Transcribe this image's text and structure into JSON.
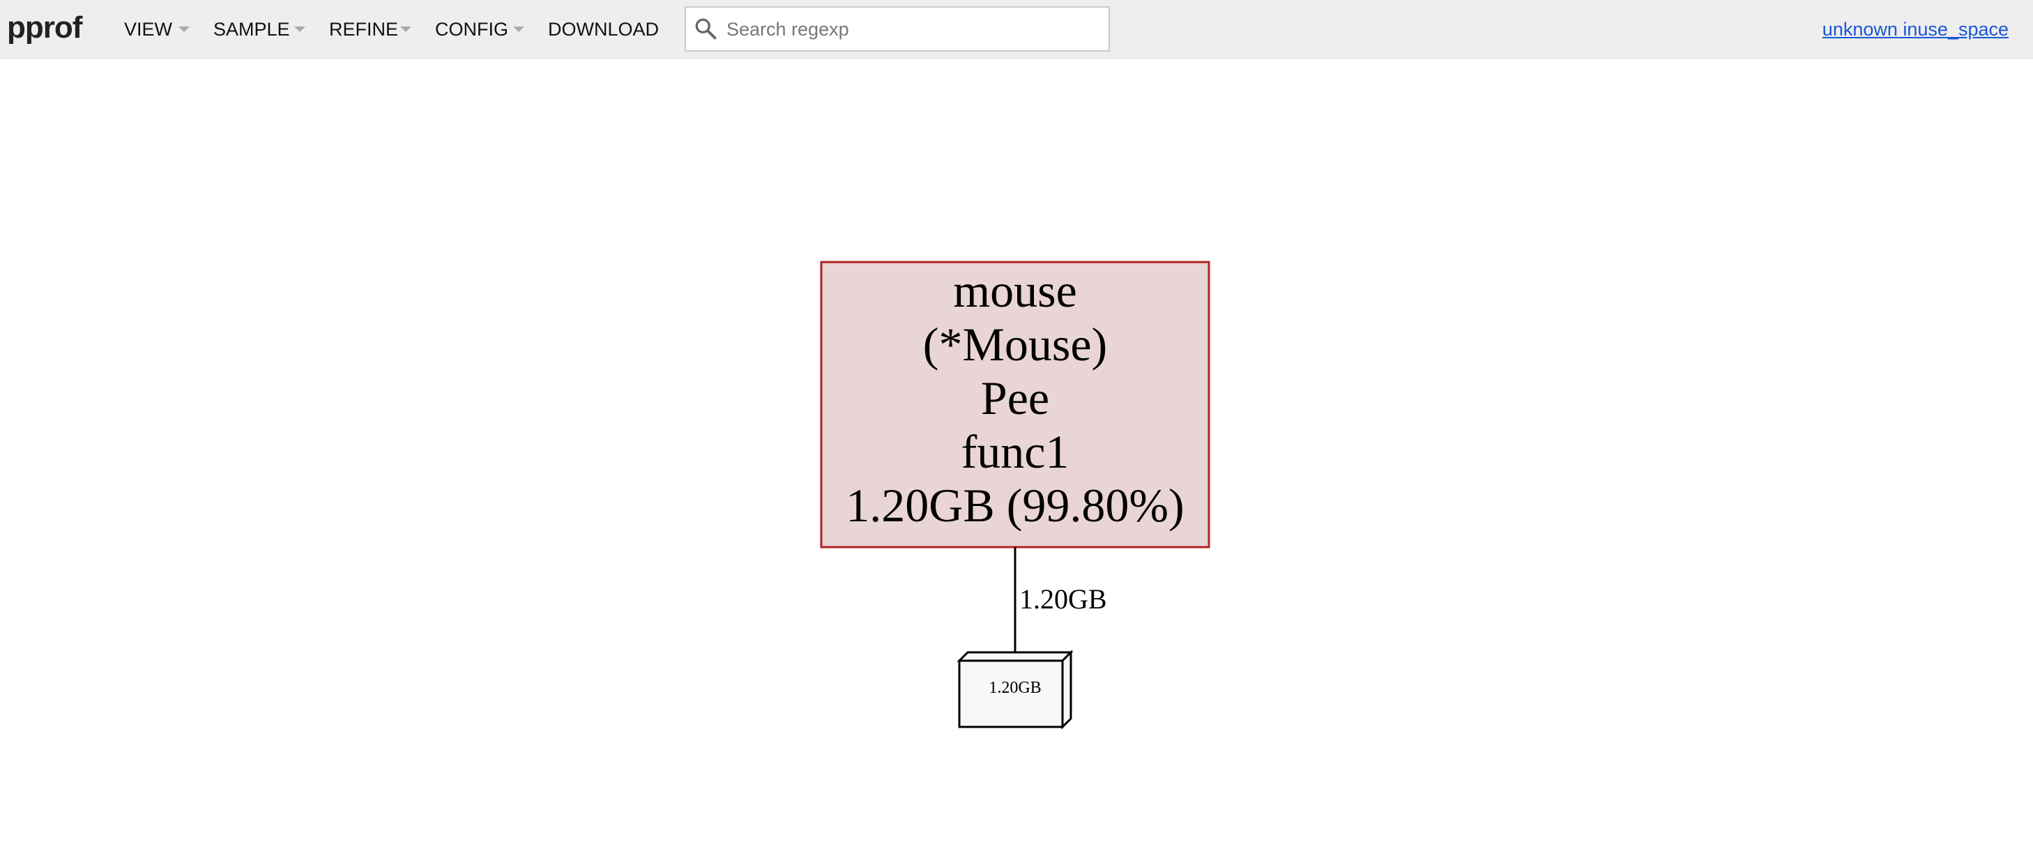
{
  "header": {
    "logo": "pprof",
    "menu": [
      {
        "label": "VIEW",
        "has_dropdown": true
      },
      {
        "label": "SAMPLE",
        "has_dropdown": true
      },
      {
        "label": "REFINE",
        "has_dropdown": true
      },
      {
        "label": "CONFIG",
        "has_dropdown": true
      },
      {
        "label": "DOWNLOAD",
        "has_dropdown": false
      }
    ],
    "search": {
      "placeholder": "Search regexp",
      "value": "",
      "icon": "search-icon"
    },
    "profile_link": "unknown inuse_space"
  },
  "graph": {
    "main_node": {
      "lines": [
        "mouse",
        "(*Mouse)",
        "Pee",
        "func1",
        "1.20GB (99.80%)"
      ],
      "fill_color": "#e9d5d6",
      "border_color": "#b22222"
    },
    "edge": {
      "label": "1.20GB"
    },
    "leaf_node": {
      "label": "1.20GB",
      "fill_color": "#f8f8f8",
      "border_color": "#000000"
    }
  },
  "colors": {
    "header_bg": "#eeeeee",
    "link": "#1a56d6"
  }
}
